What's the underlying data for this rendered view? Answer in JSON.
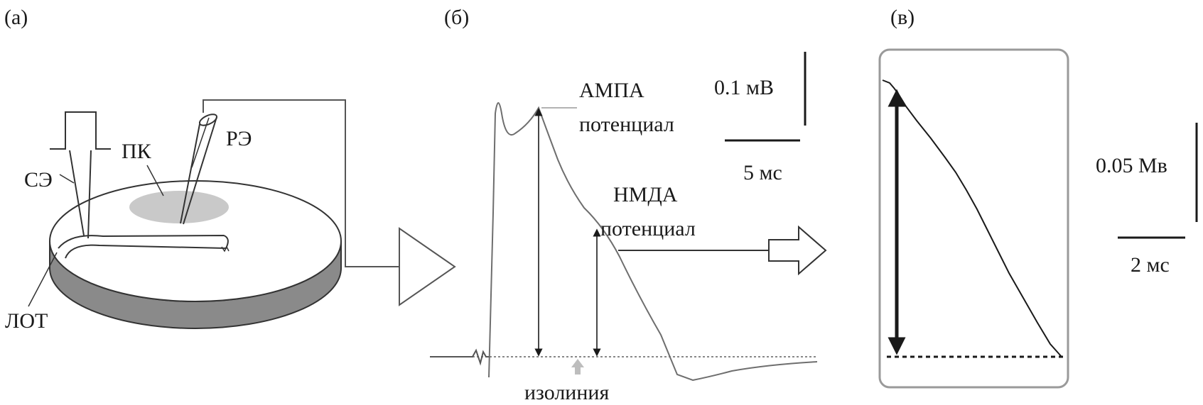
{
  "panel_a": {
    "panel_label": "(а)",
    "label_se": "СЭ",
    "label_pk": "ПК",
    "label_re": "РЭ",
    "label_lot": "ЛОТ"
  },
  "panel_b": {
    "panel_label": "(б)",
    "ampa_line1": "АМПА",
    "ampa_line2": "потенциал",
    "nmda_line1": "НМДА",
    "nmda_line2": "потенциал",
    "scale_voltage": "0.1 мВ",
    "scale_time": "5 мс",
    "baseline_label": "изолиния"
  },
  "panel_c": {
    "panel_label": "(в)",
    "scale_voltage": "0.05 Мв",
    "scale_time": "2 мс"
  },
  "colors": {
    "trace": "#6e6e6e",
    "ink": "#1a1a1a",
    "slice_side": "#8a8a8a",
    "recording_area": "#c9c9c9",
    "baseline_arrow": "#bdbdbd"
  }
}
